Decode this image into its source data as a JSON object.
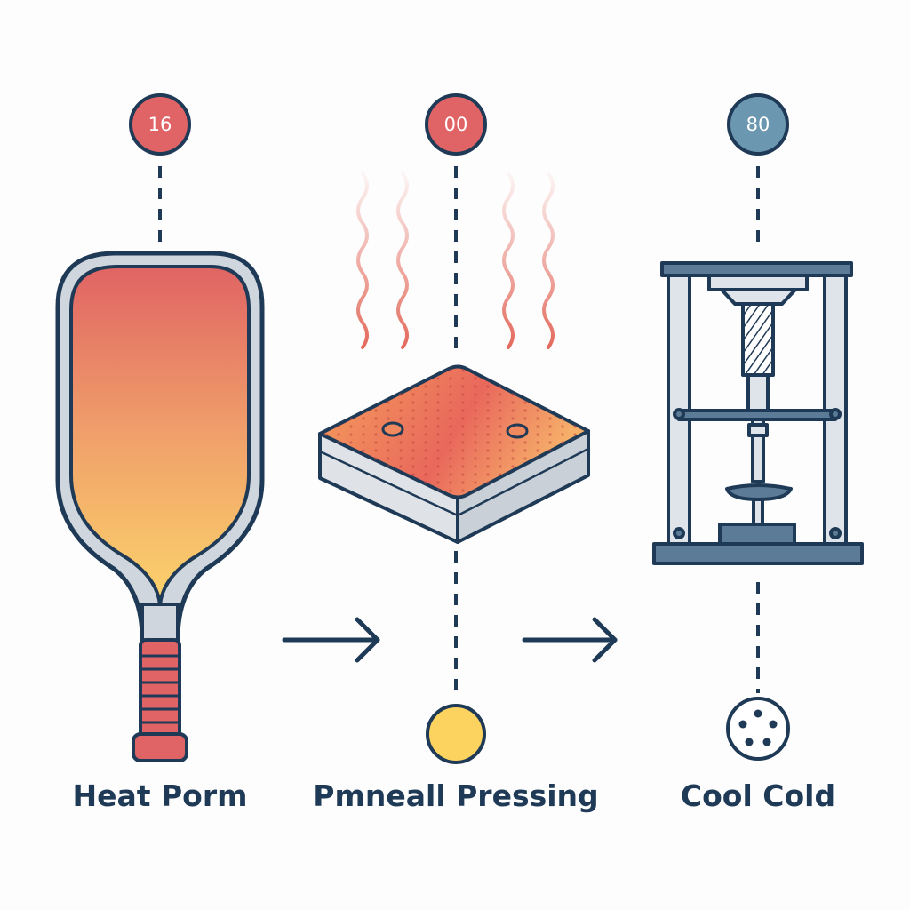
{
  "steps": [
    {
      "badge": "16",
      "label": "Heat Porm"
    },
    {
      "badge": "00",
      "label": "Pmneall Pressing"
    },
    {
      "badge": "80",
      "label": "Cool Cold"
    }
  ],
  "colors": {
    "ink": "#1f3a56",
    "badge_warm": "#e06466",
    "badge_cool": "#6b97b0",
    "heat_top": "#e06464",
    "heat_bottom": "#fbd36b",
    "wave": "#e36a5c",
    "handle_grip": "#e06466",
    "yellow_dot": "#fcd35f",
    "steel": "#5b7b96"
  },
  "icons": [
    "paddle-icon",
    "heat-wave-icon",
    "mold-block-icon",
    "press-machine-icon",
    "arrow-right-icon",
    "yellow-dot-icon",
    "pickleball-icon"
  ]
}
